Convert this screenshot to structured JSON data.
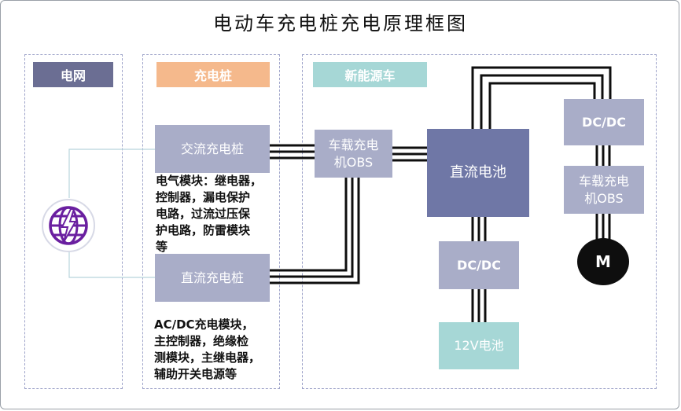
{
  "title": "电动车充电桩充电原理框图",
  "zones": {
    "grid": {
      "label": "电网",
      "color": "#6b6e93"
    },
    "charging_pile": {
      "label": "充电桩",
      "color": "#f5b98c"
    },
    "vehicle": {
      "label": "新能源车",
      "color": "#a6d7d6"
    }
  },
  "boxes": {
    "ac_pile": "交流充电桩",
    "dc_pile": "直流充电桩",
    "obs_left_line1": "车载充电",
    "obs_left_line2": "机OBS",
    "battery": "直流电池",
    "dcdc_top": "DC/DC",
    "obs_right_line1": "车载充电",
    "obs_right_line2": "机OBS",
    "dcdc_bottom": "DC/DC",
    "battery_12v": "12V电池",
    "motor": "M"
  },
  "notes": {
    "ac_modules": "电气模块：继电器，\n控制器，漏电保护\n电路，过流过压保\n护电路，防雷模块\n等",
    "dc_modules": "AC/DC充电模块，\n主控制器，绝缘检\n测模块，主继电器，\n辅助开关电源等"
  },
  "icons": {
    "grid": "globe-lightning-icon"
  },
  "colors": {
    "accent_purple": "#6a1fa0",
    "box_light": "#a9adc8",
    "box_dark": "#6f77a6",
    "box_teal": "#a6d7d6",
    "connector": "#0e0e0e"
  }
}
